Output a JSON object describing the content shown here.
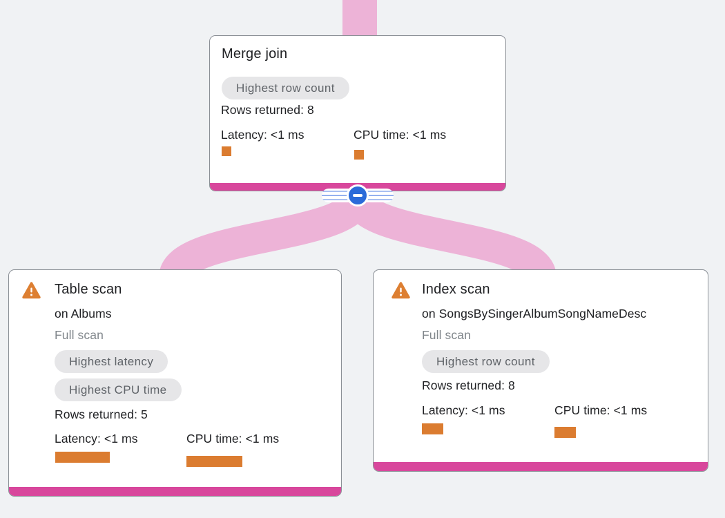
{
  "app": {
    "view": "Query execution plan graph"
  },
  "colors": {
    "background": "#f0f2f4",
    "edge_pink": "#edb3d7",
    "accent_magenta": "#d8479c",
    "metric_orange": "#db7c30",
    "badge_bg": "#e6e6e8",
    "badge_text": "#5f6368",
    "text_primary": "#202124",
    "text_secondary": "#80868b",
    "collapse_button_blue": "#2b6bd9"
  },
  "nodes": [
    {
      "title": "Merge join",
      "badges": [
        "Highest row count"
      ],
      "rows_returned_label": "Rows returned: 8",
      "metrics": {
        "latency": {
          "label": "Latency: <1 ms",
          "bar_style": "left:17px;top:160px;width:14px;height:14px"
        },
        "cpu": {
          "label": "CPU time: <1 ms",
          "bar_style": "left:209px;top:165px;width:14px;height:14px"
        }
      }
    },
    {
      "warning": "true",
      "title": "Table scan",
      "target_label": "on Albums",
      "scan_type_label": "Full scan",
      "badges": [
        "Highest latency",
        "Highest CPU time"
      ],
      "rows_returned_label": "Rows returned: 5",
      "metrics": {
        "latency": {
          "label": "Latency: <1 ms",
          "bar_style": "left:67px;top:263px;width:79px;height:16px"
        },
        "cpu": {
          "label": "CPU time: <1 ms",
          "bar_style": "left:257px;top:269px;width:81px;height:16px"
        }
      }
    },
    {
      "warning": "true",
      "title": "Index scan",
      "target_label": "on SongsBySingerAlbumSongNameDesc",
      "scan_type_label": "Full scan",
      "badges": [
        "Highest row count"
      ],
      "rows_returned_label": "Rows returned: 8",
      "metrics": {
        "latency": {
          "label": "Latency: <1 ms",
          "bar_style": "left:70px;top:222px;width:31px;height:16px"
        },
        "cpu": {
          "label": "CPU time: <1 ms",
          "bar_style": "left:262px;top:227px;width:31px;height:16px"
        }
      }
    }
  ]
}
